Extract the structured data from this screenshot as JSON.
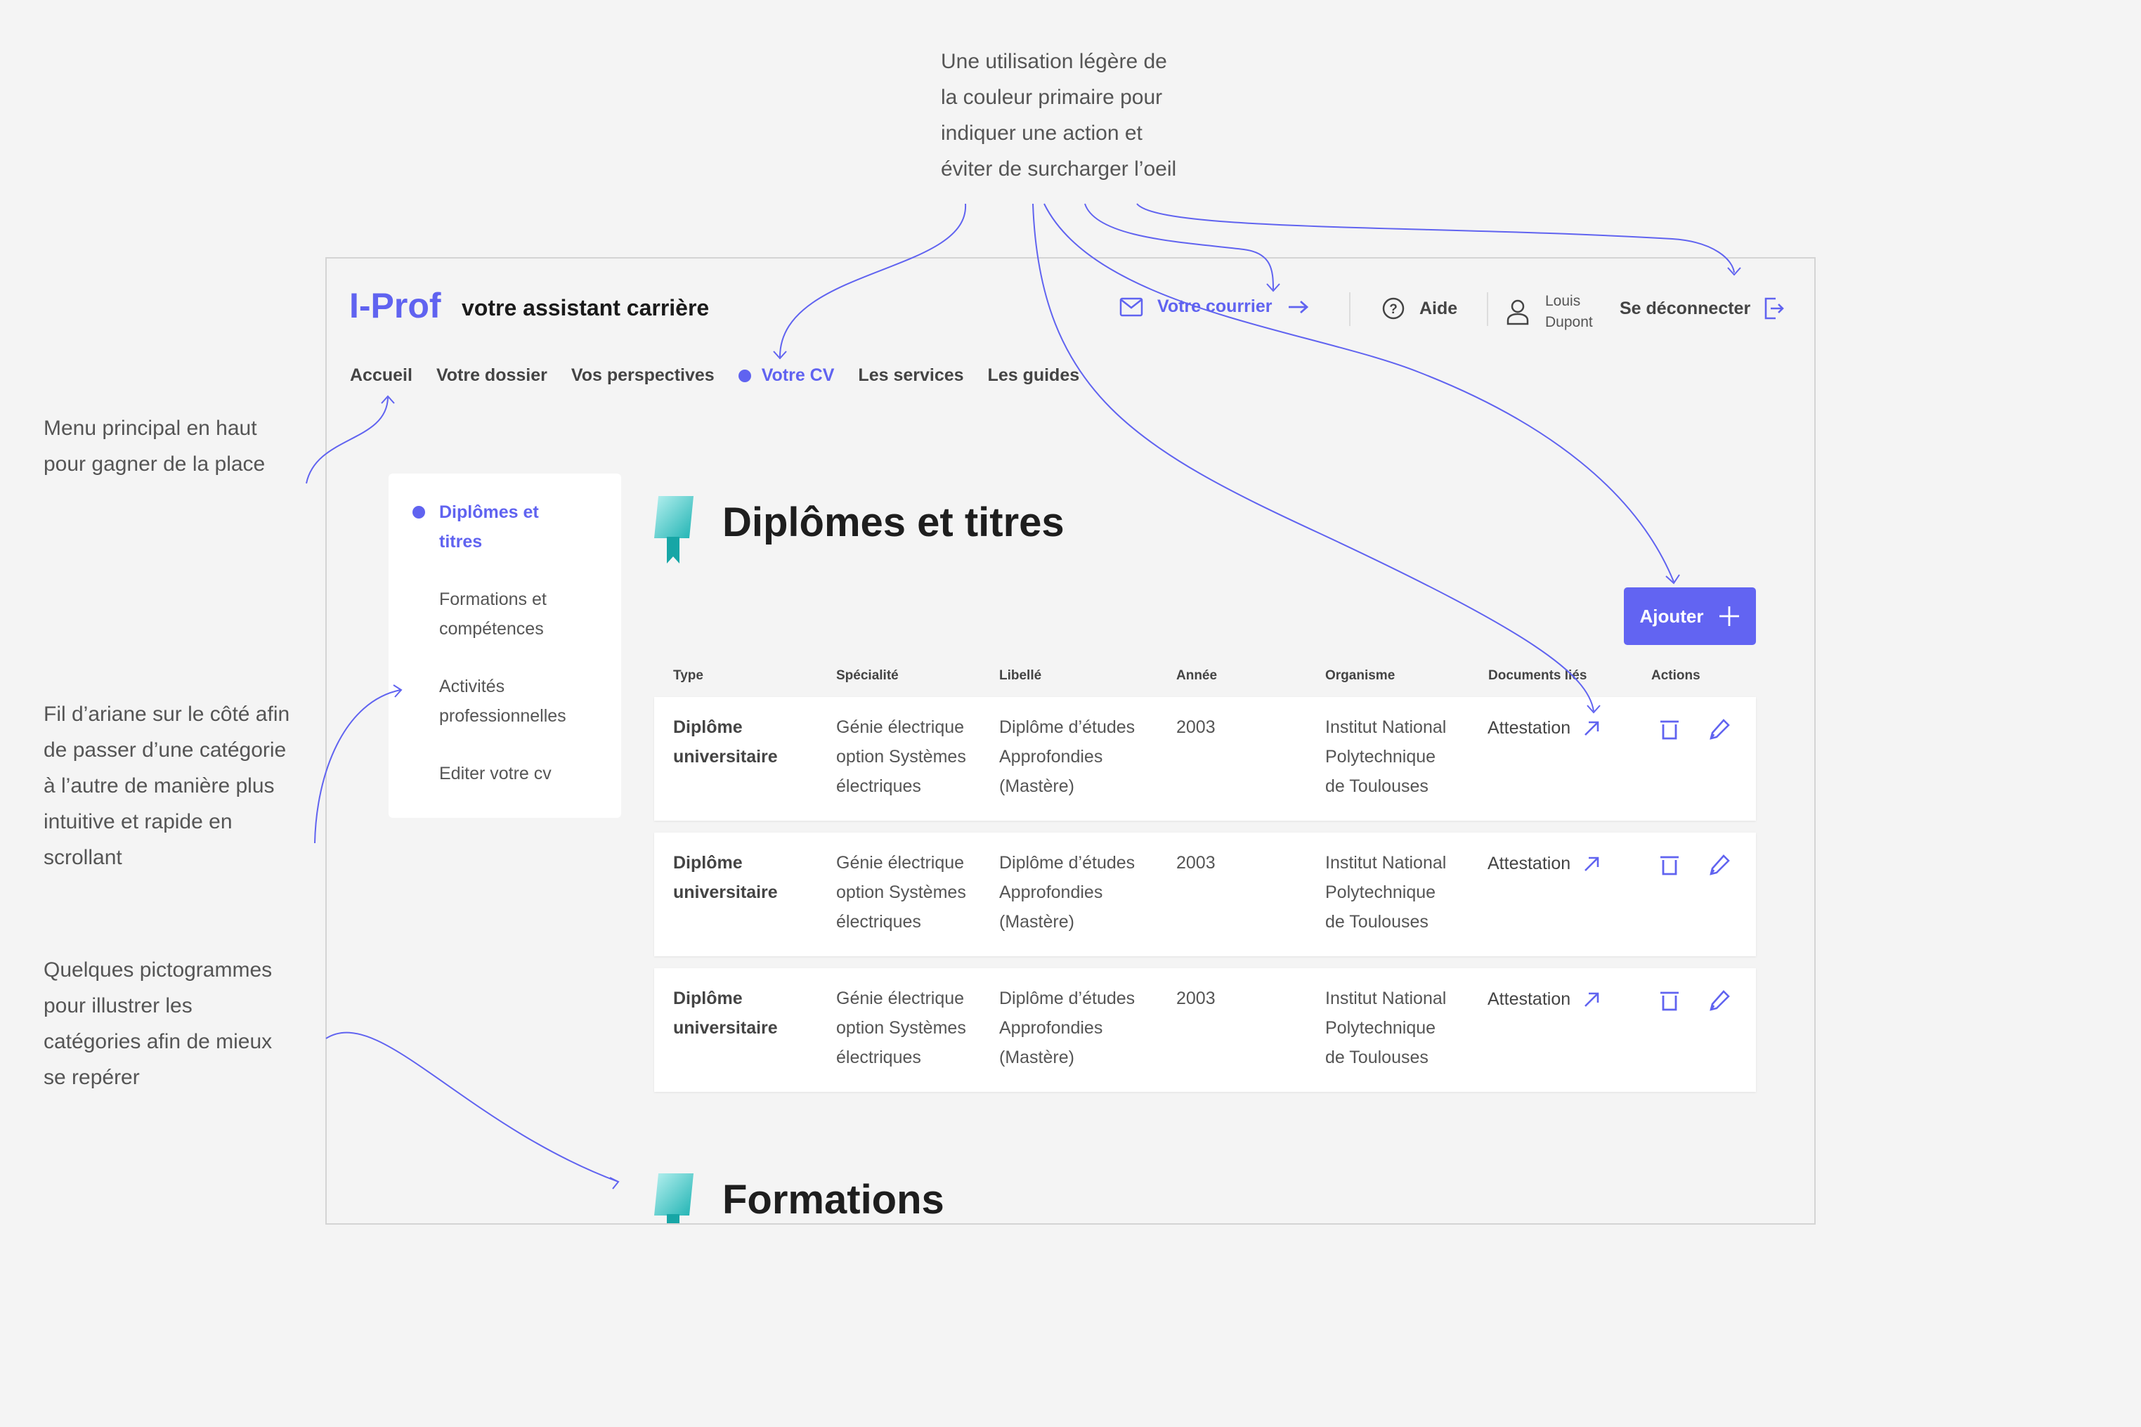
{
  "notes": {
    "top": [
      "Une utilisation légère de",
      "la couleur primaire pour",
      "indiquer une action et",
      "éviter de surcharger l’oeil"
    ],
    "menu": [
      "Menu principal en haut",
      "pour gagner de la place"
    ],
    "breadcrumb": [
      "Fil d’ariane sur le côté afin",
      "de passer d’une catégorie",
      "à l’autre de manière plus",
      "intuitive et rapide en",
      "scrollant"
    ],
    "icons": [
      "Quelques pictogrammes",
      "pour illustrer les",
      "catégories afin de mieux",
      "se repérer"
    ]
  },
  "header": {
    "logo": "I-Prof",
    "tagline": "votre assistant carrière",
    "mail_label": "Votre courrier",
    "help_label": "Aide",
    "user_first": "Louis",
    "user_last": "Dupont",
    "logout_label": "Se déconnecter"
  },
  "nav": [
    "Accueil",
    "Votre dossier",
    "Vos perspectives",
    "Votre CV",
    "Les services",
    "Les guides"
  ],
  "nav_active": "Votre CV",
  "sidebar": [
    [
      "Diplômes et",
      "titres"
    ],
    [
      "Formations et",
      "compétences"
    ],
    [
      "Activités",
      "professionnelles"
    ],
    [
      "Editer votre cv"
    ]
  ],
  "section": {
    "title": "Diplômes et titres",
    "add_label": "Ajouter",
    "next_title": "Formations"
  },
  "table": {
    "headers": [
      "Type",
      "Spécialité",
      "Libellé",
      "Année",
      "Organisme",
      "Documents liés",
      "Actions"
    ],
    "rows": [
      {
        "type": [
          "Diplôme",
          "universitaire"
        ],
        "specialite": [
          "Génie électrique",
          "option Systèmes",
          "électriques"
        ],
        "libelle": [
          "Diplôme d’études",
          "Approfondies",
          "(Mastère)"
        ],
        "annee": "2003",
        "organisme": [
          "Institut National",
          "Polytechnique",
          "de Toulouses"
        ],
        "document": "Attestation"
      },
      {
        "type": [
          "Diplôme",
          "universitaire"
        ],
        "specialite": [
          "Génie électrique",
          "option Systèmes",
          "électriques"
        ],
        "libelle": [
          "Diplôme d’études",
          "Approfondies",
          "(Mastère)"
        ],
        "annee": "2003",
        "organisme": [
          "Institut National",
          "Polytechnique",
          "de Toulouses"
        ],
        "document": "Attestation"
      },
      {
        "type": [
          "Diplôme",
          "universitaire"
        ],
        "specialite": [
          "Génie électrique",
          "option Systèmes",
          "électriques"
        ],
        "libelle": [
          "Diplôme d’études",
          "Approfondies",
          "(Mastère)"
        ],
        "annee": "2003",
        "organisme": [
          "Institut National",
          "Polytechnique",
          "de Toulouses"
        ],
        "document": "Attestation"
      }
    ]
  },
  "colors": {
    "accent": "#6264f2",
    "text": "#444444",
    "ribbon_light": "#a8ecec",
    "ribbon_dark": "#1fb6b6"
  }
}
